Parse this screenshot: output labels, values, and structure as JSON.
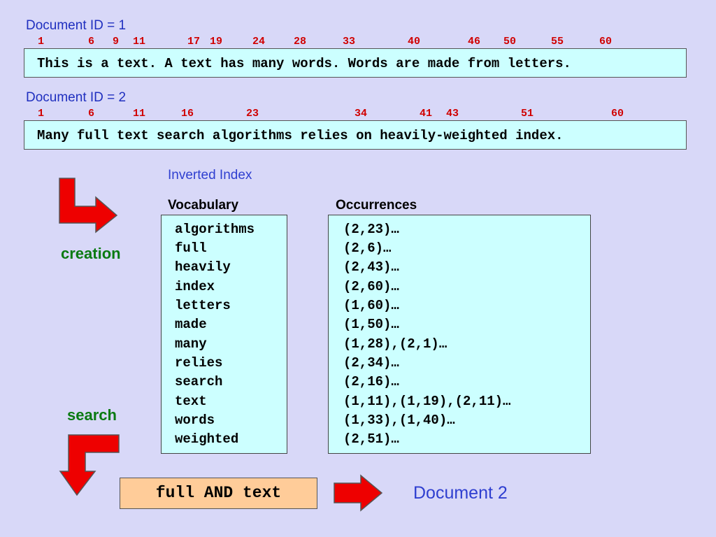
{
  "documents": [
    {
      "label": "Document ID = 1",
      "positions": [
        "1",
        "6",
        "9",
        "11",
        "17",
        "19",
        "24",
        "28",
        "33",
        "40",
        "46",
        "50",
        "55",
        "60"
      ],
      "text": "This is a text. A text has many words. Words are made from letters."
    },
    {
      "label": "Document ID = 2",
      "positions": [
        "1",
        "6",
        "11",
        "16",
        "23",
        "34",
        "41",
        "43",
        "51",
        "60"
      ],
      "text": "Many full text search algorithms relies on heavily-weighted index."
    }
  ],
  "index": {
    "title": "Inverted Index",
    "vocabulary_header": "Vocabulary",
    "occurrences_header": "Occurrences",
    "entries": [
      {
        "term": "algorithms",
        "occ": "(2,23)…"
      },
      {
        "term": "full",
        "occ": "(2,6)…"
      },
      {
        "term": "heavily",
        "occ": "(2,43)…"
      },
      {
        "term": "index",
        "occ": "(2,60)…"
      },
      {
        "term": "letters",
        "occ": "(1,60)…"
      },
      {
        "term": "made",
        "occ": "(1,50)…"
      },
      {
        "term": "many",
        "occ": "(1,28),(2,1)…"
      },
      {
        "term": "relies",
        "occ": "(2,34)…"
      },
      {
        "term": "search",
        "occ": "(2,16)…"
      },
      {
        "term": "text",
        "occ": "(1,11),(1,19),(2,11)…"
      },
      {
        "term": "words",
        "occ": "(1,33),(1,40)…"
      },
      {
        "term": "weighted",
        "occ": "(2,51)…"
      }
    ]
  },
  "labels": {
    "creation": "creation",
    "search": "search"
  },
  "query": "full AND text",
  "result": "Document 2",
  "colors": {
    "background": "#d8d8f8",
    "box_fill": "#ccffff",
    "query_fill": "#ffcc99",
    "arrow_fill": "#ee0000",
    "label_blue": "#2f3fd0",
    "position_red": "#d00000",
    "label_green": "#0a7a12"
  }
}
